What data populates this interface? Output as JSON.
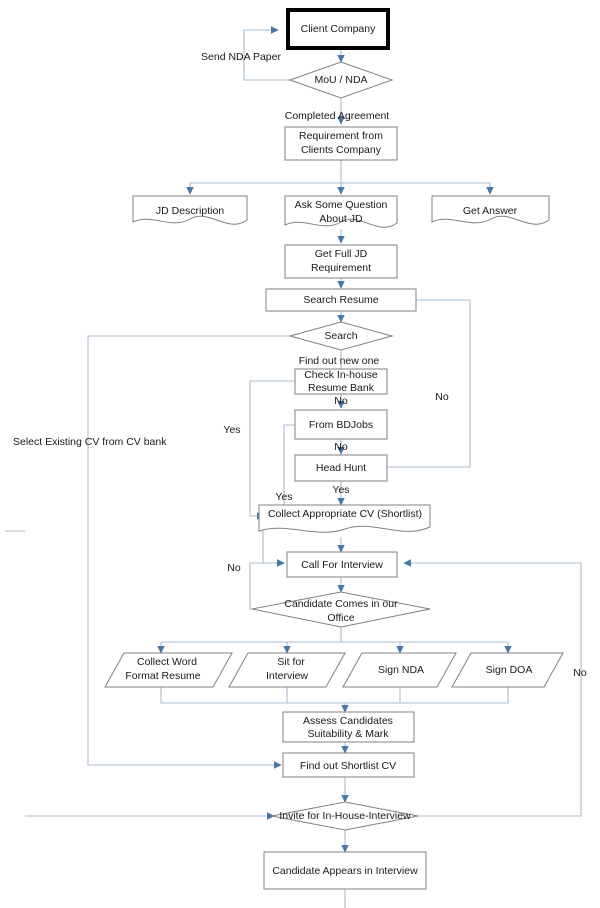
{
  "diagram": {
    "title": "Recruitment Process Flowchart",
    "colors": {
      "node_stroke": "#808080",
      "strong_node_stroke": "#000000",
      "edge_stroke": "#a8bcd0",
      "arrow_fill": "#4a76a8",
      "text": "#1a1a1a",
      "background": "#ffffff"
    },
    "nodes": [
      {
        "id": "client_company",
        "shape": "process-emphasis",
        "label": "Client Company"
      },
      {
        "id": "mou_nda",
        "shape": "decision",
        "label": "MoU / NDA"
      },
      {
        "id": "requirement",
        "shape": "process",
        "label_line1": "Requirement from",
        "label_line2": "Clients Company"
      },
      {
        "id": "jd_description",
        "shape": "document",
        "label": "JD Description"
      },
      {
        "id": "ask_question",
        "shape": "document",
        "label_line1": "Ask Some Question",
        "label_line2": "About JD"
      },
      {
        "id": "get_answer",
        "shape": "document",
        "label": "Get Answer"
      },
      {
        "id": "get_full_jd",
        "shape": "process",
        "label_line1": "Get Full JD",
        "label_line2": "Requirement"
      },
      {
        "id": "search_resume",
        "shape": "process",
        "label": "Search Resume"
      },
      {
        "id": "search",
        "shape": "decision",
        "label": "Search"
      },
      {
        "id": "check_inhouse",
        "shape": "process",
        "label_line1": "Check In-house",
        "label_line2": "Resume Bank"
      },
      {
        "id": "from_bdjobs",
        "shape": "process",
        "label": "From BDJobs"
      },
      {
        "id": "head_hunt",
        "shape": "process",
        "label": "Head Hunt"
      },
      {
        "id": "collect_cv",
        "shape": "document",
        "label": "Collect Appropriate CV (Shortlist)"
      },
      {
        "id": "call_for_interview",
        "shape": "process",
        "label": "Call For Interview"
      },
      {
        "id": "candidate_comes",
        "shape": "decision",
        "label_line1": "Candidate Comes in our",
        "label_line2": "Office"
      },
      {
        "id": "collect_word_resume",
        "shape": "io",
        "label_line1": "Collect Word",
        "label_line2": "Format Resume"
      },
      {
        "id": "sit_for_interview",
        "shape": "io",
        "label_line1": "Sit for",
        "label_line2": "Interview"
      },
      {
        "id": "sign_nda",
        "shape": "io",
        "label": "Sign NDA"
      },
      {
        "id": "sign_doa",
        "shape": "io",
        "label": "Sign DOA"
      },
      {
        "id": "assess_candidates",
        "shape": "process",
        "label_line1": "Assess Candidates",
        "label_line2": "Suitability & Mark"
      },
      {
        "id": "find_shortlist_cv",
        "shape": "process",
        "label": "Find out Shortlist CV"
      },
      {
        "id": "invite_inhouse",
        "shape": "decision",
        "label": "Invite for In-House-Interview"
      },
      {
        "id": "candidate_appears",
        "shape": "process",
        "label": "Candidate Appears in Interview"
      }
    ],
    "edge_labels": [
      {
        "id": "send_nda_paper",
        "text": "Send NDA Paper"
      },
      {
        "id": "completed_agreement",
        "text": "Completed Agreement"
      },
      {
        "id": "find_out_new_one",
        "text": "Find out new one"
      },
      {
        "id": "no_inhouse",
        "text": "No"
      },
      {
        "id": "no_bdjobs",
        "text": "No"
      },
      {
        "id": "yes_headhunt",
        "text": "Yes"
      },
      {
        "id": "yes_collect_left",
        "text": "Yes"
      },
      {
        "id": "yes_collect_mid",
        "text": "Yes"
      },
      {
        "id": "no_search_right",
        "text": "No"
      },
      {
        "id": "select_existing_cv",
        "text": "Select Existing CV from CV bank"
      },
      {
        "id": "no_call_interview",
        "text": "No"
      },
      {
        "id": "no_right_loop",
        "text": "No"
      }
    ]
  }
}
